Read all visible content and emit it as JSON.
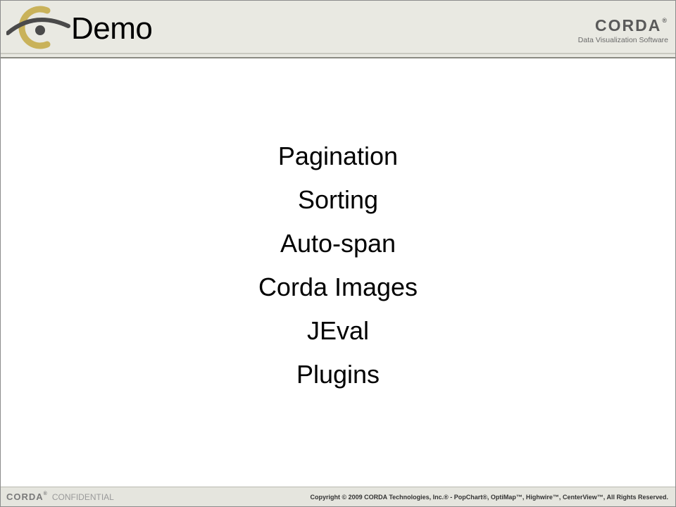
{
  "header": {
    "title": "Demo",
    "brand_name": "CORDA",
    "brand_registered": "®",
    "brand_tagline": "Data Visualization Software",
    "logo_icon": "eye-c-logo-icon"
  },
  "content": {
    "items": [
      "Pagination",
      "Sorting",
      "Auto-span",
      "Corda Images",
      "JEval",
      "Plugins"
    ]
  },
  "footer": {
    "brand_name": "CORDA",
    "brand_registered": "®",
    "confidential": "CONFIDENTIAL",
    "copyright": "Copyright © 2009 CORDA Technologies, Inc.® - PopChart®, OptiMap™, Highwire™, CenterView™, All Rights Reserved."
  },
  "colors": {
    "header_bg": "#e9e9e2",
    "logo_gold": "#c9b25a",
    "logo_gray": "#4a4a4a",
    "brand_gray": "#5a5a5a"
  }
}
